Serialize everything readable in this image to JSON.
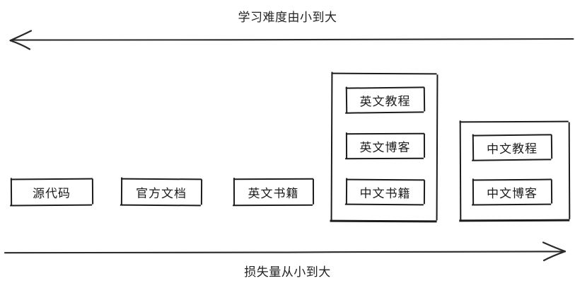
{
  "diagram": {
    "background_color": "#ffffff",
    "stroke_color": "#1c1c1c",
    "top_axis": {
      "label": "学习难度由小到大",
      "direction": "left",
      "arrow_icon": "arrow-left-icon"
    },
    "bottom_axis": {
      "label": "损失量从小到大",
      "direction": "right",
      "arrow_icon": "arrow-right-icon"
    },
    "items": [
      {
        "label": "源代码"
      },
      {
        "label": "官方文档"
      },
      {
        "label": "英文书籍"
      }
    ],
    "groups": [
      {
        "name": "english-resources-group",
        "items": [
          {
            "label": "英文教程"
          },
          {
            "label": "英文博客"
          },
          {
            "label": "中文书籍"
          }
        ]
      },
      {
        "name": "chinese-resources-group",
        "items": [
          {
            "label": "中文教程"
          },
          {
            "label": "中文博客"
          }
        ]
      }
    ]
  }
}
